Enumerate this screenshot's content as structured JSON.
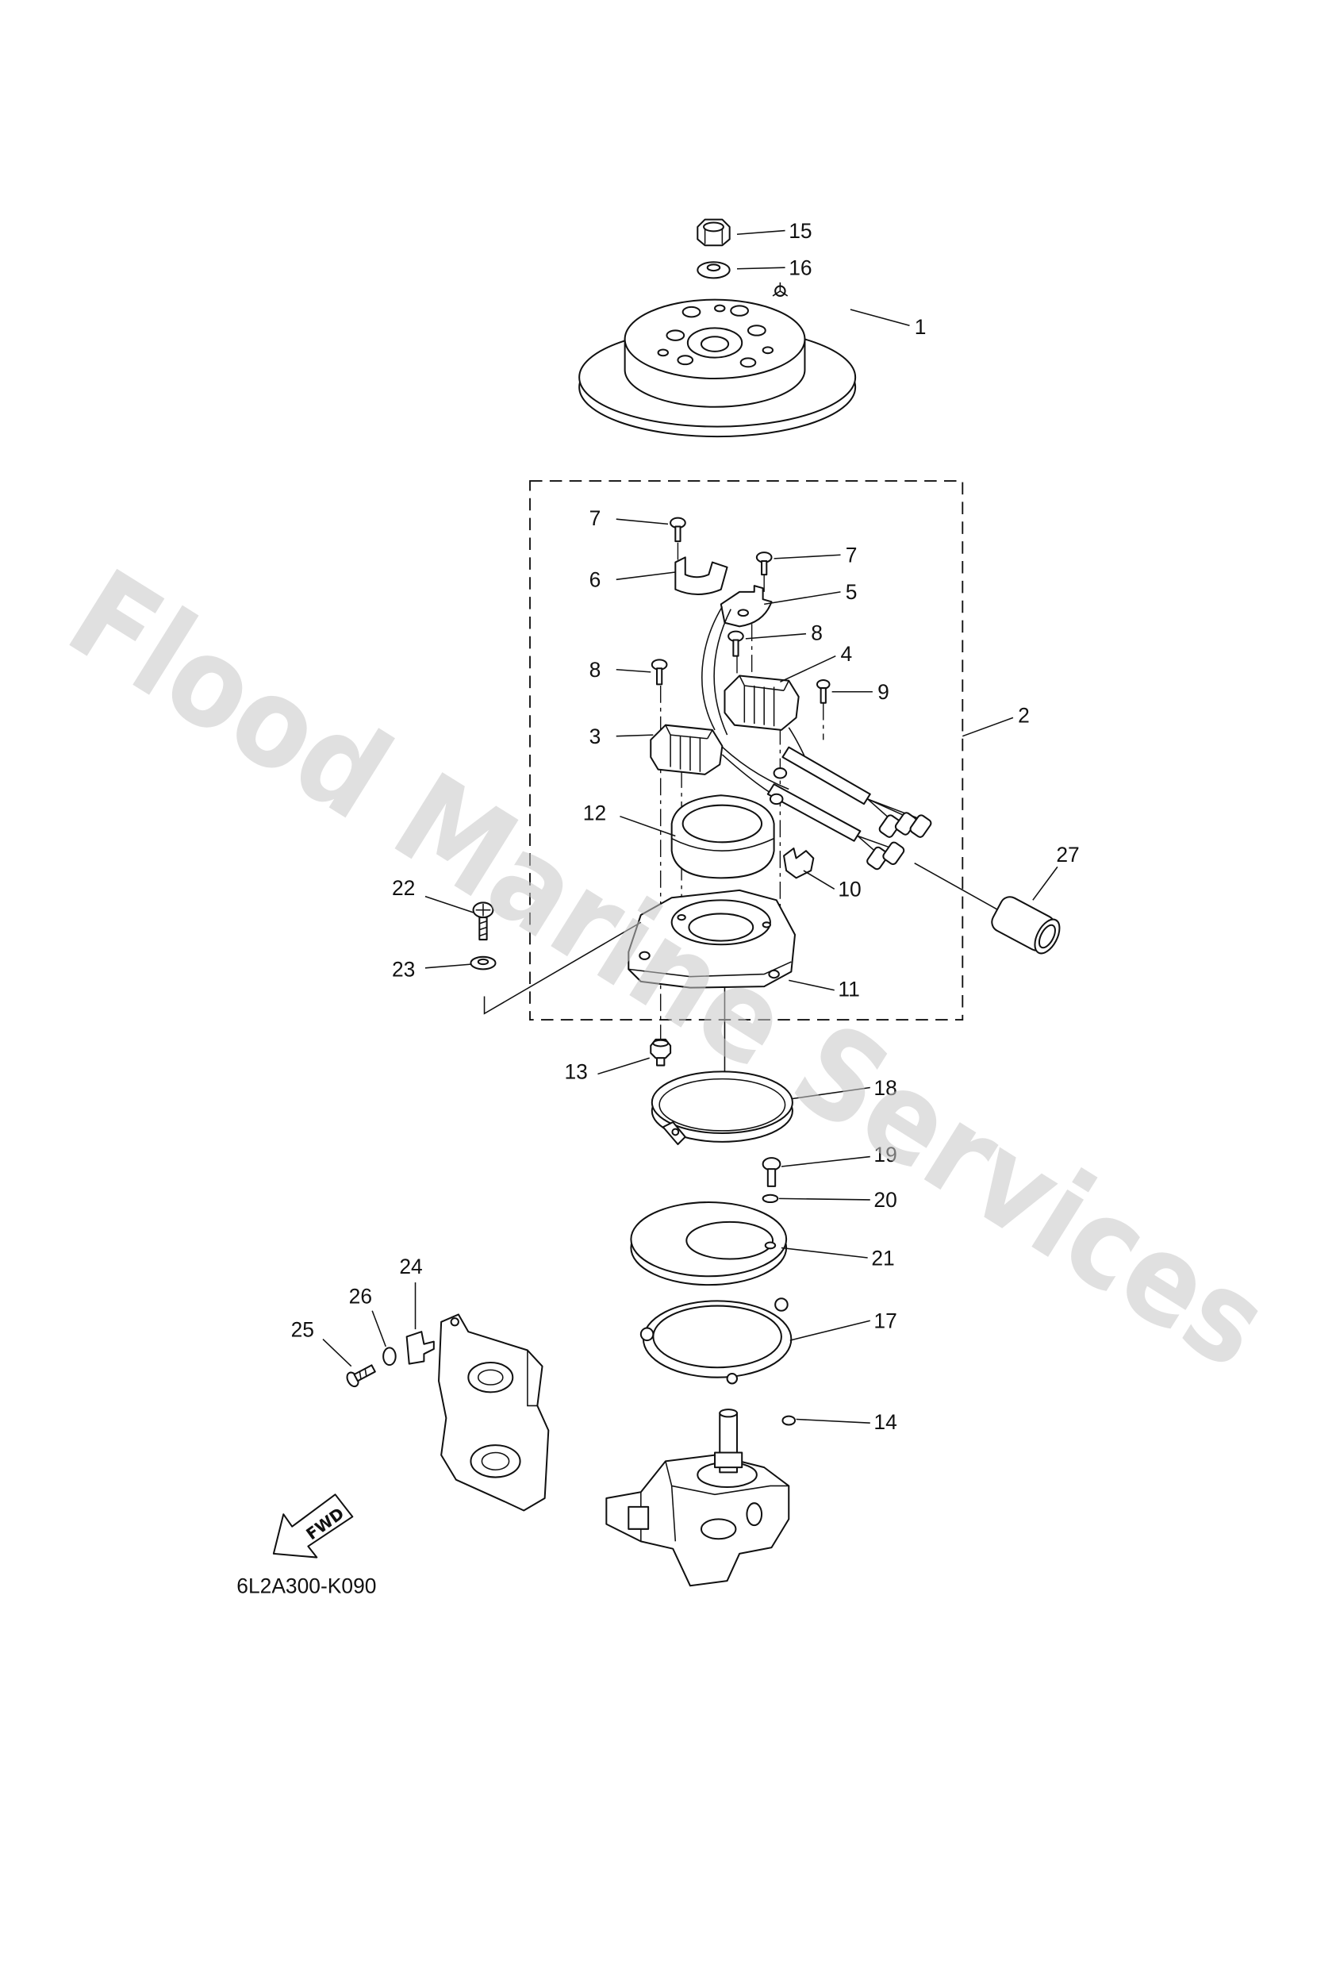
{
  "diagram": {
    "callouts": [
      "15",
      "16",
      "1",
      "7",
      "7",
      "6",
      "5",
      "8",
      "8",
      "4",
      "9",
      "2",
      "3",
      "12",
      "27",
      "10",
      "22",
      "23",
      "11",
      "13",
      "18",
      "19",
      "20",
      "21",
      "24",
      "26",
      "25",
      "17",
      "14"
    ],
    "direction_label": "FWD",
    "part_code": "6L2A300-K090",
    "watermark": "Flood Marine Services"
  },
  "colors": {
    "line": "#111111",
    "watermark": "#c8c8c8",
    "background": "#ffffff"
  }
}
